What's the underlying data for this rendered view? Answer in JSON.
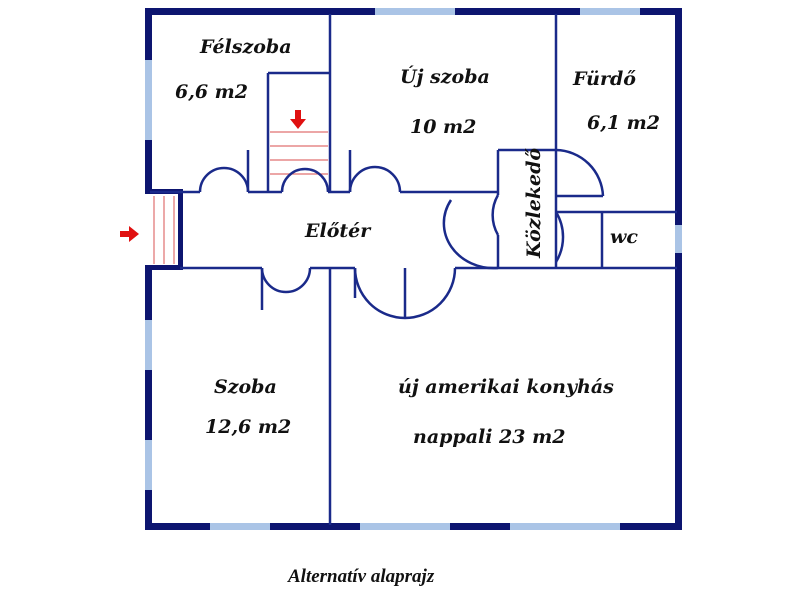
{
  "colors": {
    "outer_wall": "#0d1570",
    "inner_wall": "#1a2a8a",
    "window": "#aac4e6",
    "arrow": "#e01010",
    "stair_line": "#e07070"
  },
  "rooms": {
    "felszoba": {
      "name": "Félszoba",
      "area": "6,6 m2"
    },
    "uj_szoba": {
      "name": "Új szoba",
      "area": "10 m2"
    },
    "furdo": {
      "name": "Fürdő",
      "area": "6,1 m2"
    },
    "eloter": {
      "name": "Előtér"
    },
    "kozlekedo": {
      "name": "Közlekedő"
    },
    "wc": {
      "name": "wc"
    },
    "szoba": {
      "name": "Szoba",
      "area": "12,6 m2"
    },
    "nappali": {
      "line1": "új amerikai konyhás",
      "line2": "nappali 23 m2"
    }
  },
  "caption": "Alternatív alaprajz",
  "icons": [
    "entrance-arrow-icon",
    "stair-arrow-icon"
  ]
}
